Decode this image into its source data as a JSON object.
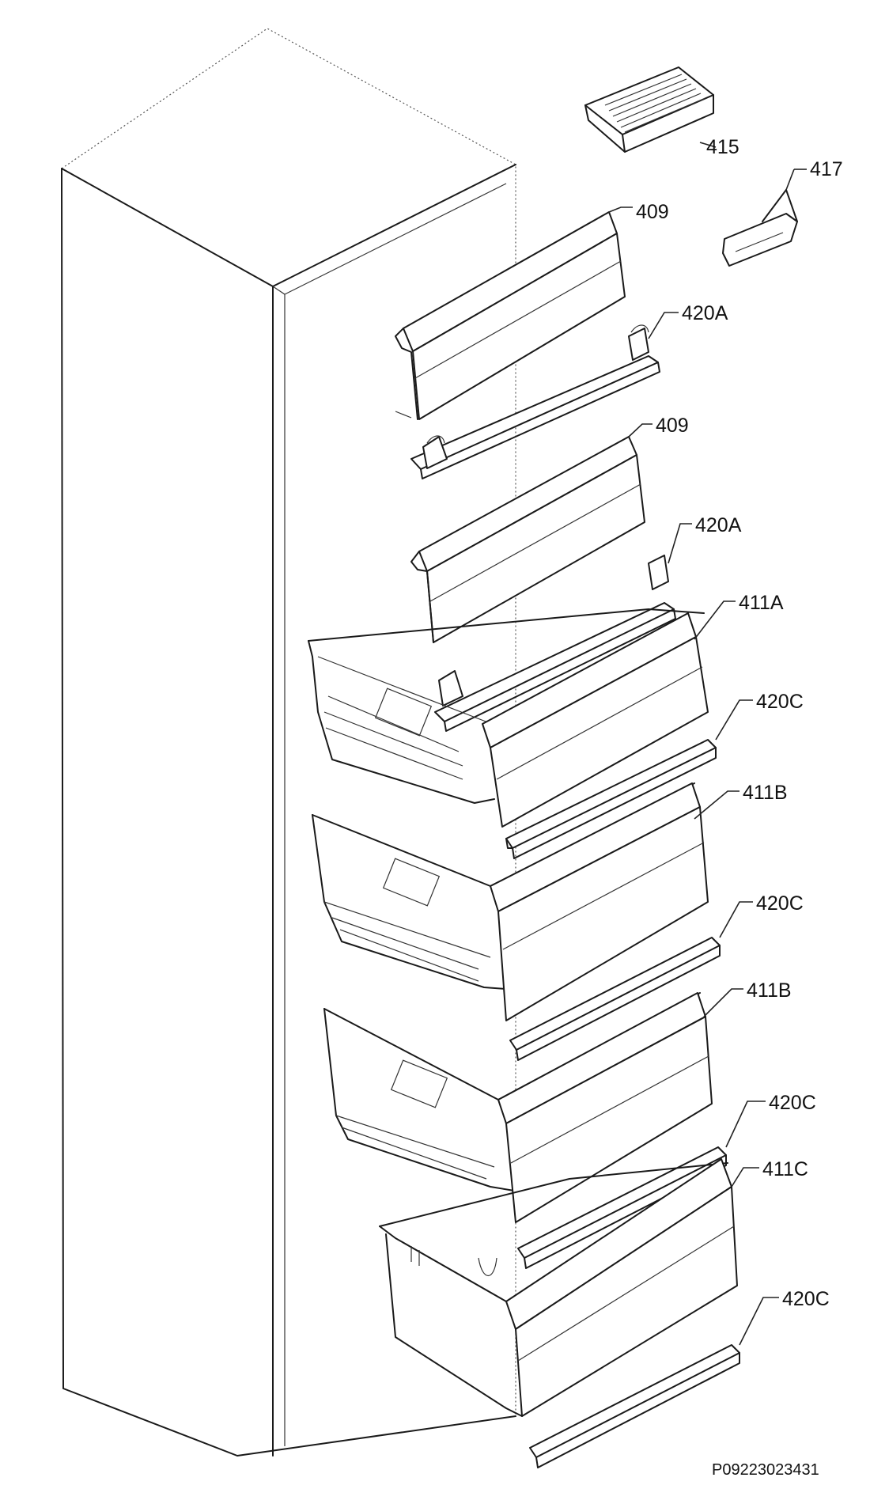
{
  "figure": {
    "doc_code": "P09223023431",
    "callouts": [
      {
        "id": "c415",
        "text": "415"
      },
      {
        "id": "c417",
        "text": "417"
      },
      {
        "id": "c409a",
        "text": "409"
      },
      {
        "id": "c420a1",
        "text": "420A"
      },
      {
        "id": "c409b",
        "text": "409"
      },
      {
        "id": "c420a2",
        "text": "420A"
      },
      {
        "id": "c411a",
        "text": "411A"
      },
      {
        "id": "c420c1",
        "text": "420C"
      },
      {
        "id": "c411b1",
        "text": "411B"
      },
      {
        "id": "c420c2",
        "text": "420C"
      },
      {
        "id": "c411b2",
        "text": "411B"
      },
      {
        "id": "c420c3",
        "text": "420C"
      },
      {
        "id": "c411c",
        "text": "411C"
      },
      {
        "id": "c420c4",
        "text": "420C"
      }
    ]
  }
}
